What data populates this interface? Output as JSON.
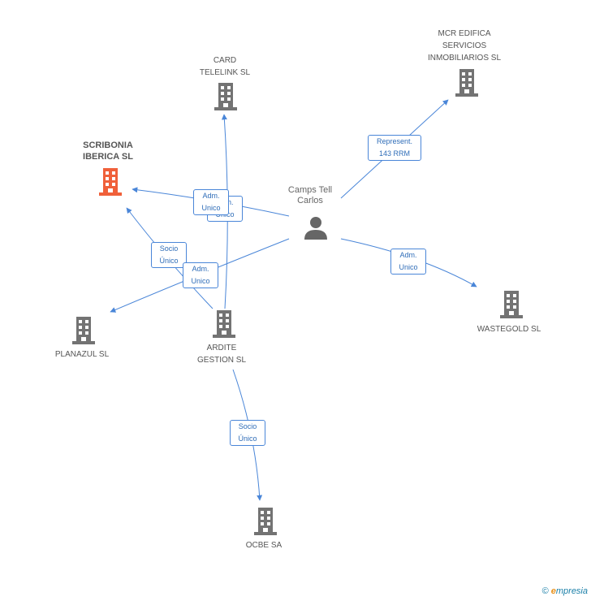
{
  "nodes": {
    "card": {
      "label": "CARD\nTELELINK SL",
      "type": "company"
    },
    "mcr": {
      "label": "MCR EDIFICA\nSERVICIOS\nINMOBILIARIOS SL",
      "type": "company"
    },
    "scribonia": {
      "label": "SCRIBONIA\nIBERICA SL",
      "type": "company-highlight"
    },
    "camps": {
      "label": "Camps Tell\nCarlos",
      "type": "person"
    },
    "planazul": {
      "label": "PLANAZUL SL",
      "type": "company"
    },
    "ardite": {
      "label": "ARDITE\nGESTION SL",
      "type": "company"
    },
    "wastegold": {
      "label": "WASTEGOLD  SL",
      "type": "company"
    },
    "ocbe": {
      "label": "OCBE SA",
      "type": "company"
    }
  },
  "edges": {
    "represent_mcr": {
      "label": "Represent.\n143 RRM"
    },
    "adm_scribonia_camps": {
      "label": "Adm.\nUnico"
    },
    "adm_scribonia_hidden": {
      "label": "Adm.\nUnico"
    },
    "socio_scribonia": {
      "label": "Socio\nÚnico"
    },
    "adm_planazul": {
      "label": "Adm.\nUnico"
    },
    "adm_wastegold": {
      "label": "Adm.\nUnico"
    },
    "socio_ocbe": {
      "label": "Socio\nÚnico"
    }
  },
  "colors": {
    "edge": "#4a86d8",
    "company_icon": "#737373",
    "highlight_icon": "#f0603a",
    "person_icon": "#666666"
  },
  "footer": {
    "copyright": "©",
    "brand_initial": "e",
    "brand_rest": "mpresia"
  }
}
